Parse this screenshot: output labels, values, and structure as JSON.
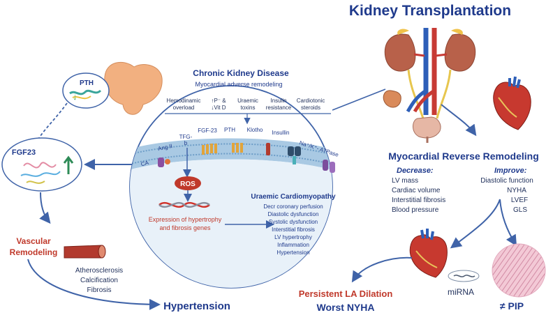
{
  "title": "Kidney Transplantation",
  "ckd": {
    "title": "Chronic Kidney Disease",
    "subtitle": "Myocardial adverse remodeling",
    "factors": [
      [
        "Hemodinamic",
        "overload"
      ],
      [
        "↑P⁻ &",
        "↓Vit D"
      ],
      [
        "Uraemic",
        "toxins"
      ],
      [
        "Insulin",
        "resistance"
      ],
      [
        "Cardiotonic",
        "steroids"
      ]
    ],
    "mediators": {
      "ca": "CA",
      "ang": "Ang II",
      "tfg": [
        "TFG-",
        "b"
      ],
      "fgf": "FGF-23",
      "pth": "PTH",
      "klotho": "Klotho",
      "insulin": "Insullin",
      "atpase": "Na⁺/K⁺- ATPase"
    },
    "ros": "ROS",
    "expression": [
      "Expression of hypertrophy",
      "and fibrosis genes"
    ],
    "cardiomyopathy": {
      "title": "Uraemic Cardiomyopathy",
      "items": [
        "Decr coronary perfusion",
        "Diastolic dysfunction",
        "Systolic dysfunction",
        "Interstitial fibrosis",
        "LV hypertrophy",
        "Inflammation",
        "Hypertension"
      ]
    }
  },
  "left": {
    "pth": "PTH",
    "fgf23": "FGF23",
    "vascular": [
      "Vascular",
      "Remodeling"
    ],
    "vascular_items": [
      "Atherosclerosis",
      "Calcification",
      "Fibrosis"
    ],
    "hypertension": "Hypertension"
  },
  "right": {
    "reverse_title": "Myocardial Reverse Remodeling",
    "decrease_label": "Decrease:",
    "decrease_items": [
      "LV mass",
      "Cardiac volume",
      "Interstitial fibrosis",
      "Blood pressure"
    ],
    "improve_label": "Improve:",
    "improve_items": [
      "Diastolic function",
      "NYHA",
      "LVEF",
      "GLS"
    ],
    "persistent": "Persistent LA Dilation",
    "worst": "Worst NYHA",
    "mirna": "miRNA",
    "pip": "≠ PIP"
  },
  "colors": {
    "navy": "#1f3a8c",
    "red": "#c0392b",
    "arrow": "#3f63a8",
    "membrane": "#a9c9e3"
  }
}
